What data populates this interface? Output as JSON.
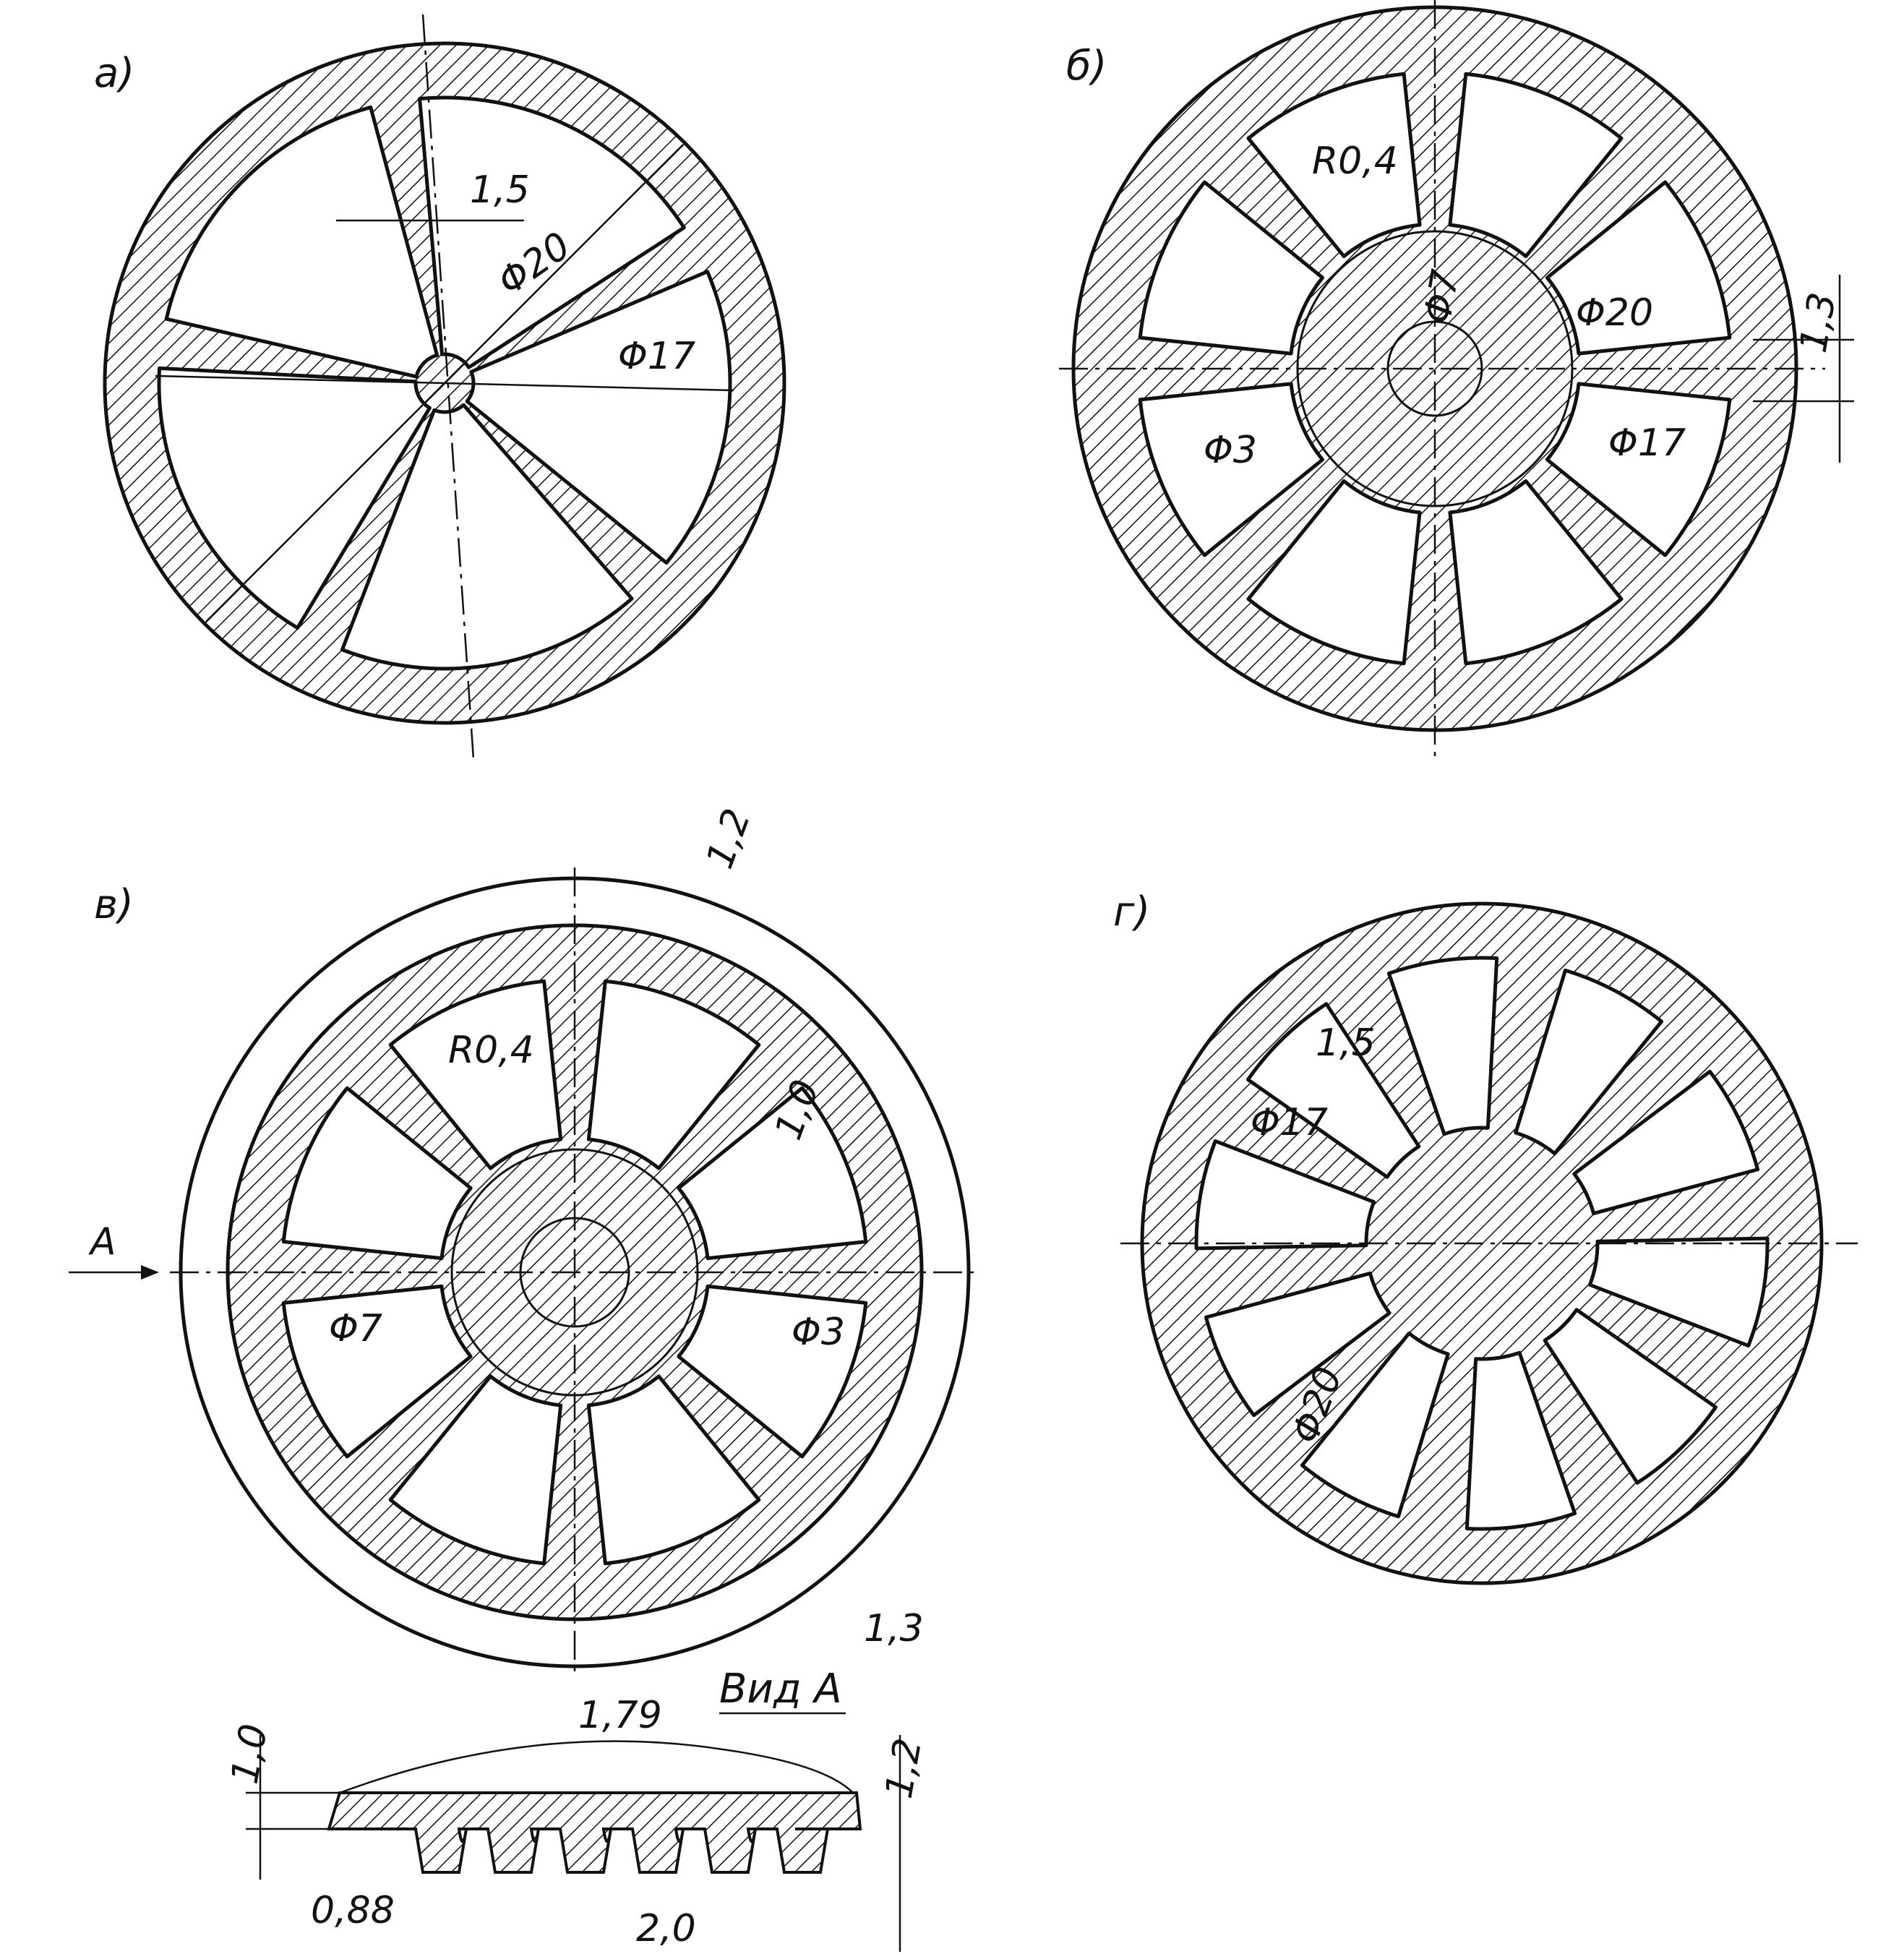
{
  "panels": [
    {
      "id": "a",
      "label": "a)",
      "spoke_count": 5,
      "dims": {
        "thickness": "1,5",
        "outer_dia": "Φ20",
        "inner_dia": "Φ17"
      }
    },
    {
      "id": "b",
      "label": "б)",
      "spoke_count": 8,
      "dims": {
        "radius": "R0,4",
        "hub_dia": "Φ7",
        "outer_dia": "Φ20",
        "rim": "1,3",
        "bore_dia": "Φ3",
        "inner_dia": "Φ17"
      }
    },
    {
      "id": "v",
      "label": "в)",
      "spoke_count": 8,
      "dims": {
        "radius": "R0,4",
        "rim_outer": "1,2",
        "wall": "1,0",
        "hub_dia": "Φ7",
        "bore_dia": "Φ3",
        "rim": "1,3",
        "view_arrow": "A"
      }
    },
    {
      "id": "g",
      "label": "г)",
      "spoke_count": 10,
      "dims": {
        "thickness": "1,5",
        "inner_dia": "Φ17",
        "outer_dia": "Φ20"
      }
    }
  ],
  "view_a": {
    "title": "Вид А",
    "dims": {
      "left_height": "1,0",
      "pitch": "1,79",
      "right_height": "1,2",
      "tooth_width": "0,88",
      "tooth_pitch": "2,0"
    }
  },
  "colors": {
    "line": "#111111",
    "paper": "#ffffff"
  }
}
